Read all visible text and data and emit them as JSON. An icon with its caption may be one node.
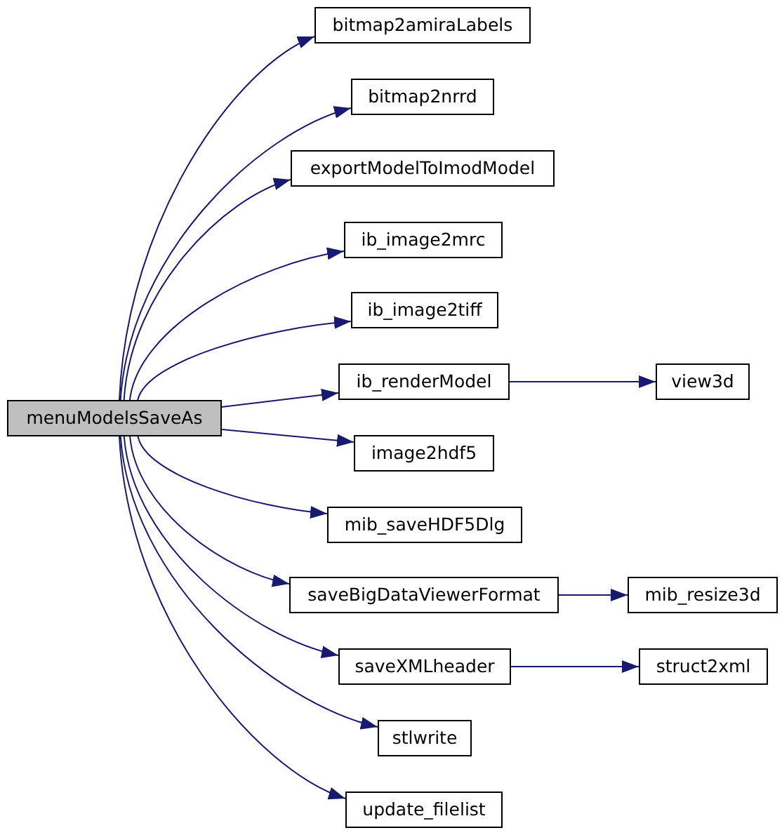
{
  "diagram": {
    "nodes": [
      {
        "text": [
          "menuModelsSaveAs"
        ]
      },
      {
        "text": [
          "bitmap2amiraLabels"
        ]
      },
      {
        "text": [
          "bitmap2nrrd"
        ]
      },
      {
        "text": [
          "exportModelToImodModel"
        ]
      },
      {
        "text": [
          "ib_image2mrc"
        ]
      },
      {
        "text": [
          "ib_image2tiff"
        ]
      },
      {
        "text": [
          "ib_renderModel"
        ]
      },
      {
        "text": [
          "view3d"
        ]
      },
      {
        "text": [
          "image2hdf5"
        ]
      },
      {
        "text": [
          "mib_saveHDF5Dlg"
        ]
      },
      {
        "text": [
          "saveBigDataViewerFormat"
        ]
      },
      {
        "text": [
          "mib_resize3d"
        ]
      },
      {
        "text": [
          "saveXMLheader"
        ]
      },
      {
        "text": [
          "struct2xml"
        ]
      },
      {
        "text": [
          "stlwrite"
        ]
      },
      {
        "text": [
          "update_filelist"
        ]
      }
    ],
    "edges": [
      {
        "from": 0,
        "to": 1,
        "arrow": "to"
      },
      {
        "from": 0,
        "to": 2,
        "arrow": "to"
      },
      {
        "from": 0,
        "to": 3,
        "arrow": "to"
      },
      {
        "from": 0,
        "to": 4,
        "arrow": "to"
      },
      {
        "from": 0,
        "to": 5,
        "arrow": "to"
      },
      {
        "from": 0,
        "to": 6,
        "arrow": "to"
      },
      {
        "from": 6,
        "to": 7,
        "arrow": "to"
      },
      {
        "from": 0,
        "to": 8,
        "arrow": "to"
      },
      {
        "from": 0,
        "to": 9,
        "arrow": "to"
      },
      {
        "from": 0,
        "to": 10,
        "arrow": "to"
      },
      {
        "from": 10,
        "to": 11,
        "arrow": "to"
      },
      {
        "from": 0,
        "to": 12,
        "arrow": "to"
      },
      {
        "from": 12,
        "to": 13,
        "arrow": "to"
      },
      {
        "from": 0,
        "to": 14,
        "arrow": "to"
      },
      {
        "from": 0,
        "to": 15,
        "arrow": "to"
      }
    ]
  }
}
